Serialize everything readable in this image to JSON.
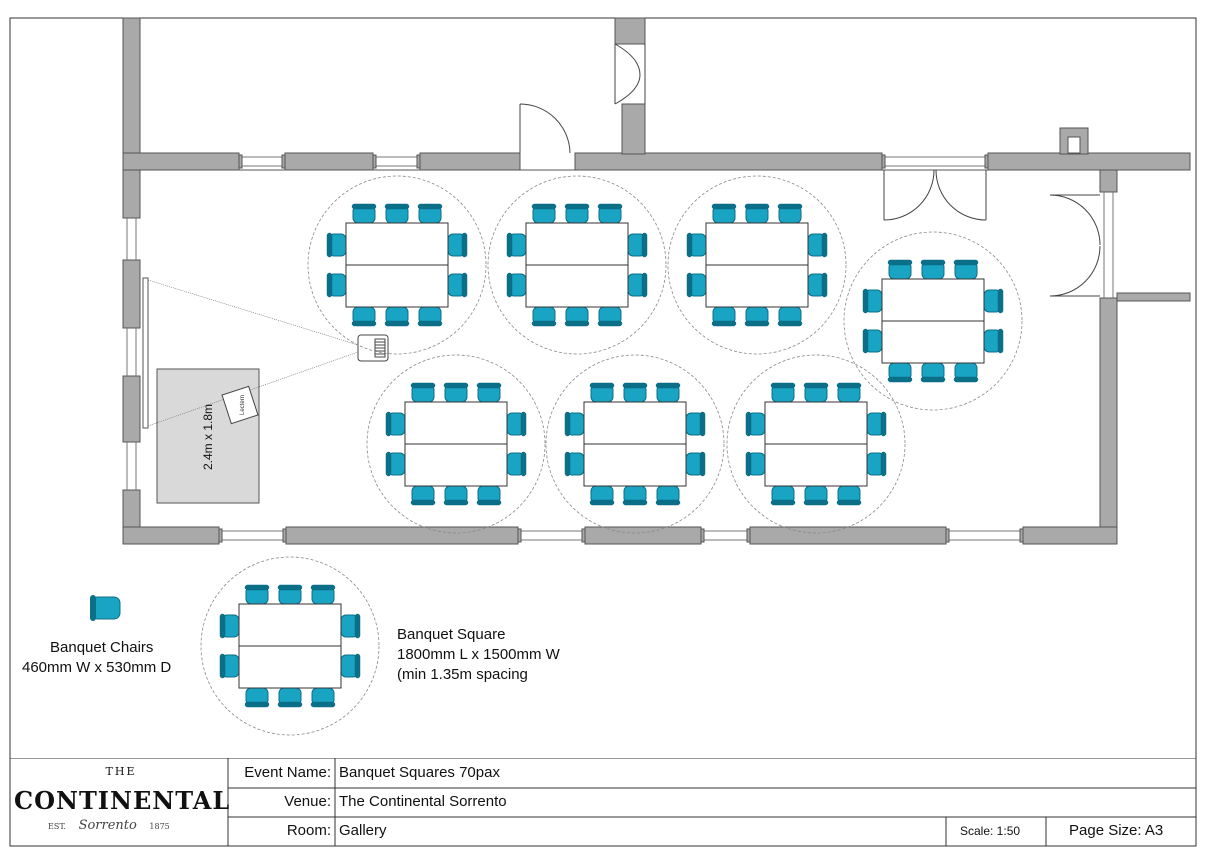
{
  "legend": {
    "chair_title": "Banquet Chairs",
    "chair_dims": "460mm W x 530mm D",
    "table_title": "Banquet Square",
    "table_dims": "1800mm L x 1500mm W",
    "table_spacing": "(min 1.35m spacing"
  },
  "stage": {
    "size_label": "2.4m x 1.8m",
    "lectern_label": "Lectern"
  },
  "title_block": {
    "logo_the": "THE",
    "logo_name": "CONTINENTAL",
    "logo_est": "EST.",
    "logo_script": "Sorrento",
    "logo_year": "1875",
    "event_label": "Event Name:",
    "event_value": "Banquet Squares 70pax",
    "venue_label": "Venue:",
    "venue_value": "The Continental Sorrento",
    "room_label": "Room:",
    "room_value": "Gallery",
    "scale_label": "Scale:  1:50",
    "page_size_label": "Page Size: A3"
  },
  "colors": {
    "wall": "#a9a9a9",
    "wall_stroke": "#555555",
    "chair": "#1aa4c4",
    "chair_dark": "#0b6f88",
    "stage_fill": "#d9d9d9"
  }
}
